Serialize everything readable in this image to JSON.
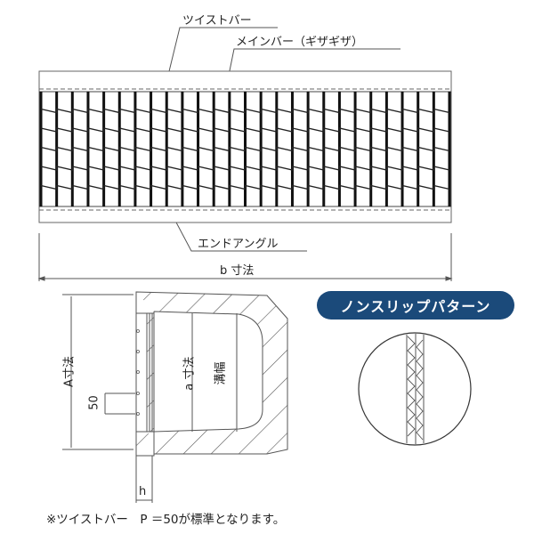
{
  "top_view": {
    "labels": {
      "twist_bar": "ツイストバー",
      "main_bar": "メインバー（ギザギザ）",
      "end_angle": "エンドアングル",
      "b_dimension": "b 寸法"
    },
    "grid": {
      "columns": 27,
      "rows": 6
    }
  },
  "section_view": {
    "labels": {
      "A_dimension": "A寸法",
      "a_dimension": "a 寸法",
      "groove_width": "溝幅",
      "pitch": "50",
      "height": "h"
    }
  },
  "nonslip": {
    "badge_label": "ノンスリップパターン",
    "badge_color": "#1b4a7a"
  },
  "footnote": "※ツイストバー　P ＝50が標準となります。"
}
